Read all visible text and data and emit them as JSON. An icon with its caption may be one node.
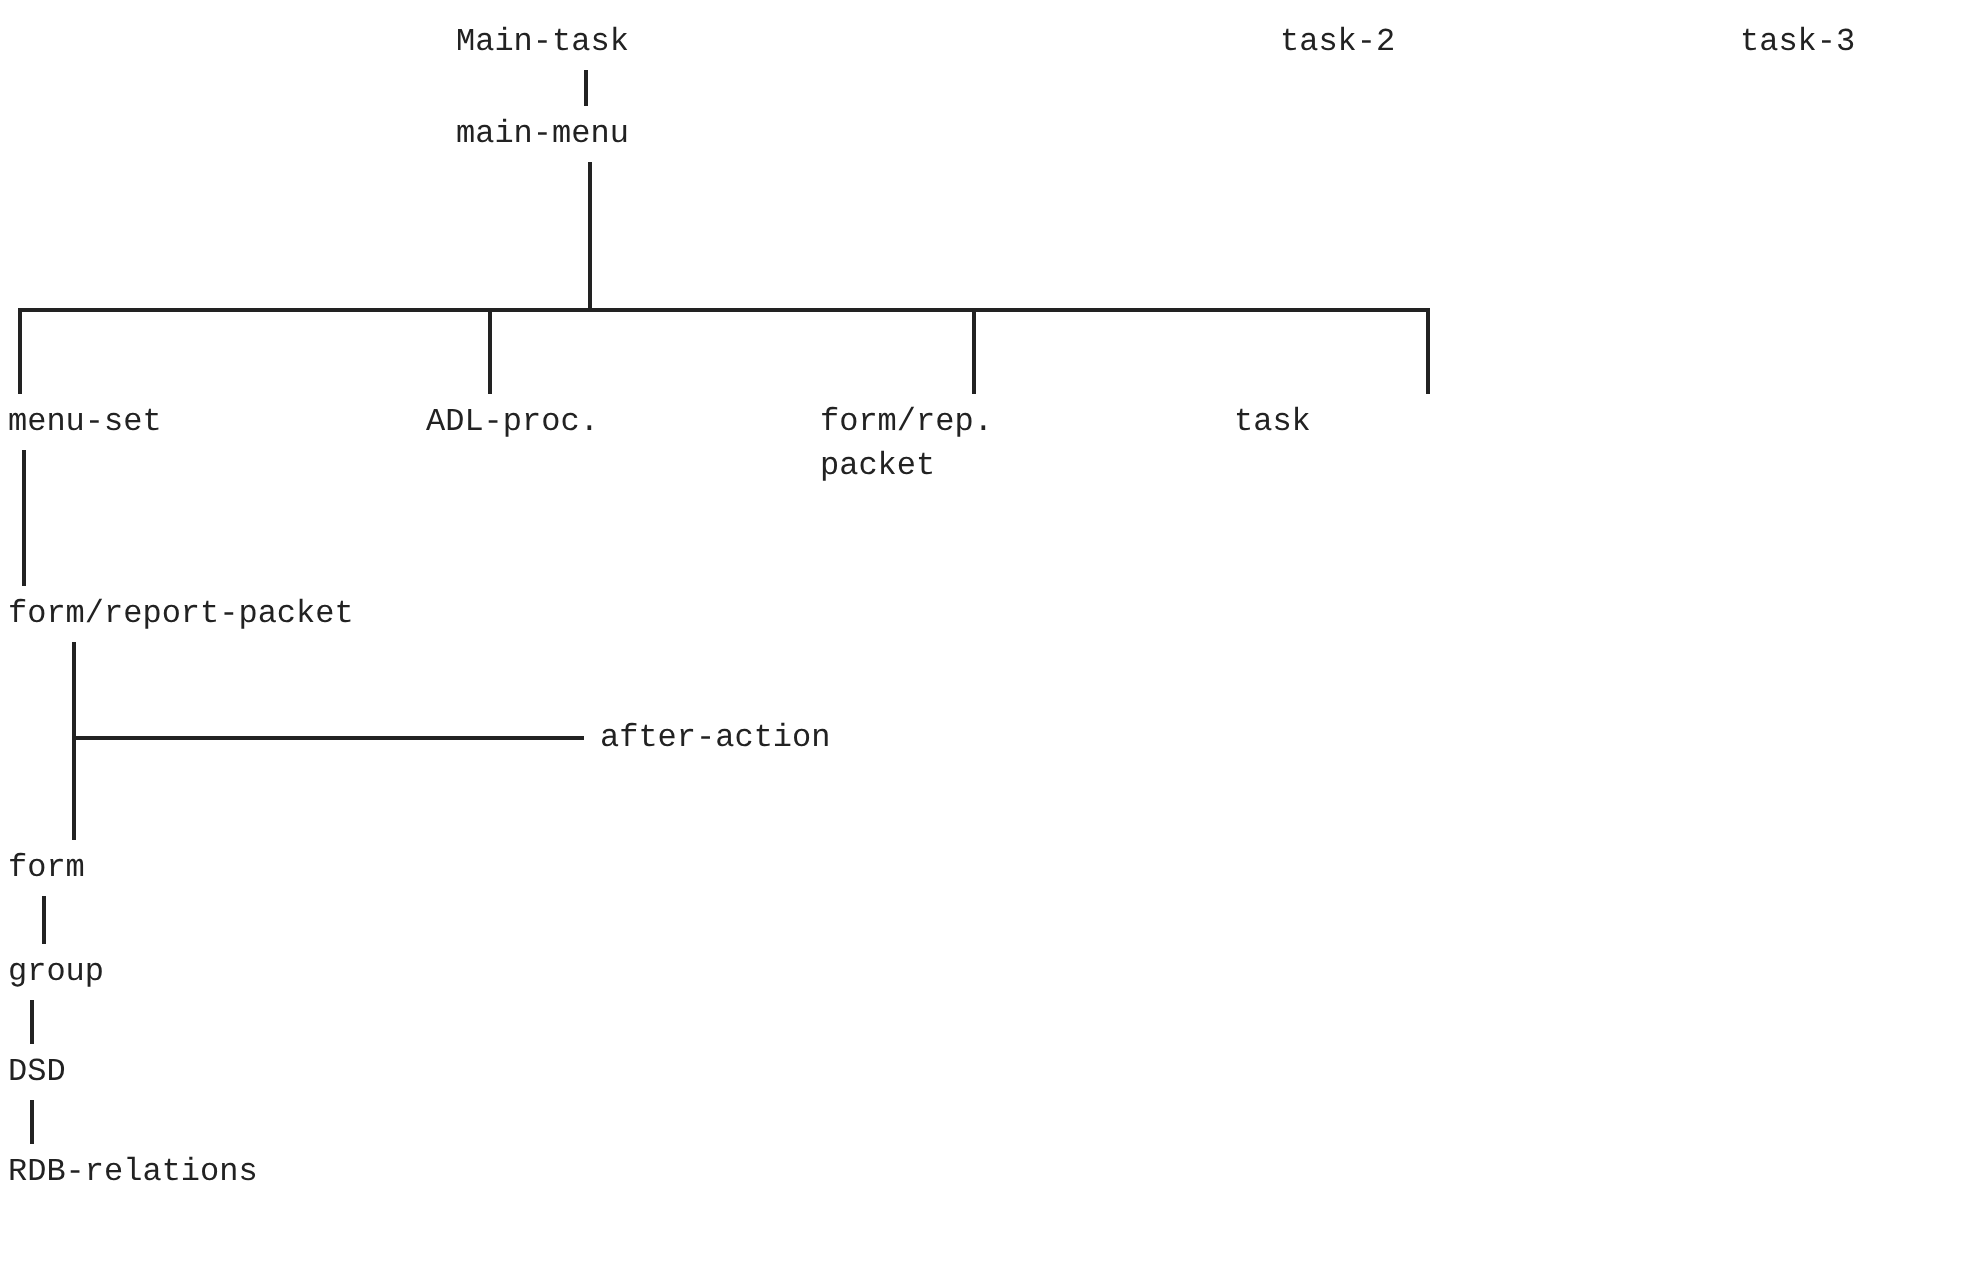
{
  "diagram": {
    "nodes": [
      {
        "text": [
          "Main-task"
        ]
      },
      {
        "text": [
          "task-2"
        ]
      },
      {
        "text": [
          "task-3"
        ]
      },
      {
        "text": [
          "main-menu"
        ]
      },
      {
        "text": [
          "menu-set"
        ]
      },
      {
        "text": [
          "ADL-proc."
        ]
      },
      {
        "text": [
          "form/rep. packet"
        ]
      },
      {
        "text": [
          "task"
        ]
      },
      {
        "text": [
          "form/report-packet"
        ]
      },
      {
        "text": [
          "after-action"
        ]
      },
      {
        "text": [
          "form"
        ]
      },
      {
        "text": [
          "group"
        ]
      },
      {
        "text": [
          "DSD"
        ]
      },
      {
        "text": [
          "RDB-relations"
        ]
      }
    ],
    "edges": [
      {
        "from": 0,
        "to": 3,
        "arrow": "none"
      },
      {
        "from": 3,
        "to": 4,
        "arrow": "none"
      },
      {
        "from": 3,
        "to": 5,
        "arrow": "none"
      },
      {
        "from": 3,
        "to": 6,
        "arrow": "none"
      },
      {
        "from": 3,
        "to": 7,
        "arrow": "none"
      },
      {
        "from": 4,
        "to": 8,
        "arrow": "none"
      },
      {
        "from": 8,
        "to": 9,
        "arrow": "none"
      },
      {
        "from": 8,
        "to": 10,
        "arrow": "none"
      },
      {
        "from": 10,
        "to": 11,
        "arrow": "none"
      },
      {
        "from": 11,
        "to": 12,
        "arrow": "none"
      },
      {
        "from": 12,
        "to": 13,
        "arrow": "none"
      }
    ]
  }
}
